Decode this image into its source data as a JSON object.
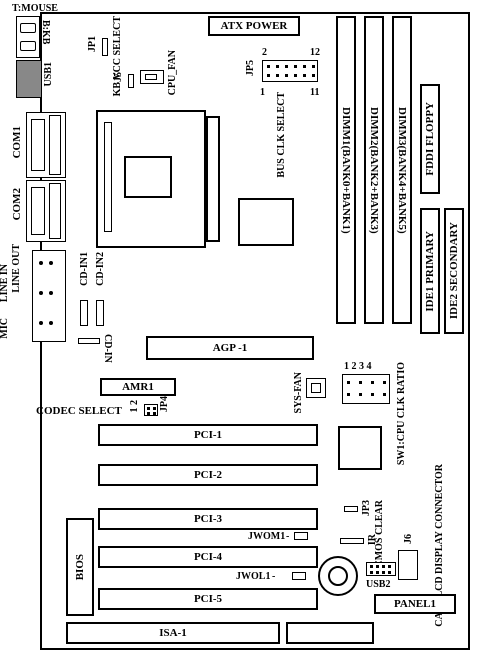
{
  "labels": {
    "atx_power": "ATX POWER",
    "t_mouse": "T:MOUSE",
    "b_kb": "B:KB",
    "usb1": "USB1",
    "jp1": "JP1",
    "kb_vcc_select": "KB VCC SELECT",
    "j5": "J5",
    "cpu_fan": "CPU_FAN",
    "jp5": "JP5",
    "pin_1": "1",
    "pin_2": "2",
    "pin_11": "11",
    "pin_12": "12",
    "bus_clk_select": "BUS CLK SELECT",
    "com1": "COM1",
    "com2": "COM2",
    "line_out": "LINE OUT",
    "line_in": "LINE IN",
    "mic": "MIC",
    "cd_in1": "CD-IN1",
    "cd_in2": "CD-IN2",
    "cd_in": "CD-IN",
    "dimm1": "DIMM1(BANK0+BANK1)",
    "dimm2": "DIMM2(BANK2+BANK3)",
    "dimm3": "DIMM3(BANK4+BANK5)",
    "fddi_floppy": "FDDI FLOPPY",
    "ide1_primary": "IDE1 PRIMARY",
    "ide2_secondary": "IDE2 SECONDARY",
    "agp": "AGP -1",
    "amr1": "AMR1",
    "codec_select": "CODEC SELECT",
    "codec_pins": "1 2",
    "jp4": "JP4",
    "sys_fan": "SYS-FAN",
    "sw1_pins": "1 2 3 4",
    "sw1_cpu_clk_ratio": "SW1:CPU CLK RATIO",
    "pci1": "PCI-1",
    "pci2": "PCI-2",
    "pci3": "PCI-3",
    "pci4": "PCI-4",
    "pci5": "PCI-5",
    "isa1": "ISA-1",
    "bios": "BIOS",
    "jwom1": "JWOM1",
    "jwol1": "JWOL1",
    "jp3": "JP3",
    "cmos_clear": "CMOS CLEAR",
    "ir": "IR",
    "j6": "J6",
    "usb2": "USB2",
    "case_lcd": "CASE LCD DISPLAY CONNECTOR",
    "panel1": "PANEL1"
  }
}
